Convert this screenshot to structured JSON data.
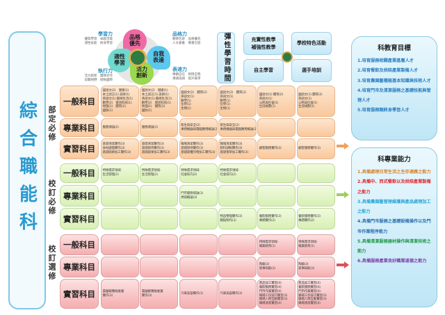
{
  "title": "綜合職能科",
  "core": {
    "center": [
      "品格\n優先",
      "自我\n表達",
      "活力\n創新",
      "適性\n學習"
    ],
    "powers": [
      {
        "name": "學習力",
        "desc": "優質學習　卓越活能\n適性技能　終身學習"
      },
      {
        "name": "品格力",
        "desc": "關懷包容　品格優先\n人文素養　尊重包容"
      },
      {
        "name": "執行力",
        "desc": "活力創新　團隊合作\n前瞻視野　接軌國際"
      },
      {
        "name": "表達力",
        "desc": "樂觀自信　熱情自我\n溝通協調　提升競爭"
      }
    ]
  },
  "flex": {
    "label": "彈性學習時間",
    "items": [
      "充實性教學\n補強性教學",
      "學校特色活動",
      "自主學習",
      "選手培訓"
    ]
  },
  "groups": [
    "部定必修",
    "校訂必修",
    "校訂選修"
  ],
  "row_labels": [
    "一般科目",
    "專業科目",
    "實習科目",
    "一般科目",
    "專業科目",
    "實習科目",
    "一般科目",
    "專業科目",
    "實習科目"
  ],
  "rows": [
    [
      "國語文(2)　健康(1)\n本土語言(1) 美術(1)\n英語文(1) 藝術生活(1)\n數學(2)　資訊科技(1)\n地理(1)　體育(2)\n國防(1)",
      "國語文(2)　健康(1)\n本土語言(1) 美術(1)\n英語文(1) 藝術生活(1)\n數學(2)　資訊科技(1)\n地理(1)　體育(2)\n國防(1)",
      "國語文(2)　體育(2)\n英語文(1)\n數學(1)\n化學(1)\n生物(1)",
      "國語文(2)　體育(2)\n英語文(1)\n數學(1)\n化學(1)\n生物(1)",
      "國語文(1) 體育(2)\n英語文(1)\n公民與社會(1)\n生涯規劃(1)",
      "國語文(1) 體育(2)\n英語文(1)\n公民與社會(1)\n生涯規劃(1)"
    ],
    [
      "服務導論(2)",
      "服務導論(2)",
      "衛生與安全(2)\n事務機器與電腦應用概論(2)",
      "衛生與安全(2)\n事務機器與電腦應用概論(2)",
      "",
      ""
    ],
    [
      "基礎清潔實作(3)\n食材處理實作(3)\n基礎蔬果加工實作(3)",
      "基礎清潔實作(3)\n基礎接待實作(3)\n基礎蔬果加工實作(3)",
      "職場清潔實作(3)\n基礎接待實作(3)\n基礎蔬穫作物加工實作(3)",
      "職場清潔實作(3)\n飲料調製實作(3)\n基礎香草加工實作(3)",
      "顧客服務實作(3)",
      "顧客服務實作(3)"
    ],
    [
      "特殊需求領域-\n生活管理(2)",
      "特殊需求領域-\n生活管理(2)",
      "特殊需求領域-\n社會技巧(2)",
      "特殊需求領域-\n社會技巧(2)",
      "",
      ""
    ],
    [
      "",
      "",
      "門市服務導論(3)\n烘焙概論(3)",
      "",
      "",
      ""
    ],
    [
      "",
      "",
      "",
      "物品整理實作(3)\n麵點製作(3)",
      "餐飲服務實作(3)\n專題實作(2)",
      "餐飲服務實作(3)\n專題實作(2)"
    ],
    [
      "",
      "",
      "",
      "",
      "特殊需求領域-\n職業教育(1)",
      "特殊需求領域-\n職業教育(1)"
    ],
    [
      "",
      "",
      "",
      "",
      "陶藝(3)\n家事知能(3)",
      "陶藝(3)\n家事知能(3)"
    ],
    [
      "農園藝種植維護\n實作(3)",
      "農園藝種植維護\n實作(3)",
      "汽車美容實作(3)",
      "汽車美容實作(3)",
      "產品加工實習(4)\n餐飲服務實習(4)\n門市作業實習(4)\n職場工作技巧實習(3)\n職場人際互動實習(3)\n職場清潔實習(4)",
      "產品加工實習(4)\n餐飲服務實習(4)\n門市作業實習(4)\n職場工作技巧實習(3)\n職場人際互動實習(3)\n職場清潔實習(4)"
    ]
  ],
  "goals": {
    "title": "科教育目標",
    "items": [
      "1.培育服務相關產業基層人才",
      "2.培育餐飲及烘焙產業製備人才",
      "3.培育農園藝種植基本知識與技術人才",
      "4.培育門市及清潔服務之基礎技能與管理人才",
      "5.培育服務類終身學習人才"
    ]
  },
  "abilities": {
    "title": "科專業能力",
    "items": [
      "1.具備處理日常生活之生存適應之能力",
      "2.具備中、西式餐飲以及烘焙產業製備之能力",
      "3.具備農園藝管理維護與產品處理加工之能力",
      "4.具備門市服務之基礎設備操作以及門市作業程序能力",
      "5.具備清潔服務器材操作與清潔技術之能力",
      "6.具備服務產業良好職業道德之能力"
    ],
    "colors": [
      "#d9822b",
      "#e0262b",
      "#2aa6d8",
      "#2a6fb0",
      "#1f9a4a",
      "#7a3fa8"
    ]
  }
}
